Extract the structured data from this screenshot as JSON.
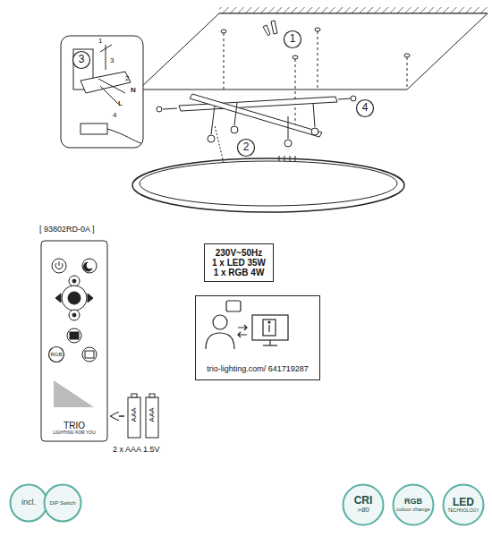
{
  "diagram": {
    "nodes": [
      {
        "text": [
          "1"
        ]
      },
      {
        "text": [
          "2"
        ]
      },
      {
        "text": [
          "3"
        ]
      },
      {
        "text": [
          "4"
        ]
      },
      {
        "text": [
          "230V~50Hz",
          "1 x LED 35W",
          "1 x RGB 4W"
        ]
      },
      {
        "text": [
          "trio-lighting.com/ 641719287"
        ]
      },
      {
        "text": [
          "TRIO",
          "LIGHTING FOR YOU"
        ]
      },
      {
        "text": [
          "RGB"
        ],
        "in": 6
      },
      {
        "text": [
          "AAA"
        ]
      },
      {
        "text": [
          "AAA"
        ]
      },
      {
        "text": [
          "incl."
        ]
      },
      {
        "text": [
          "DIP Switch"
        ]
      },
      {
        "text": [
          "CRI",
          ">80"
        ]
      },
      {
        "text": [
          "RGB",
          "colour change"
        ]
      },
      {
        "text": [
          "LED",
          "TECHNOLOGY"
        ]
      }
    ],
    "edges": [
      {
        "from": 8,
        "to": 6,
        "arrow": "to"
      }
    ],
    "labels": [
      "1",
      "3",
      "2",
      "N",
      "L",
      "4",
      "[ 93802RD-0A ]",
      "2 x AAA 1.5V"
    ]
  }
}
